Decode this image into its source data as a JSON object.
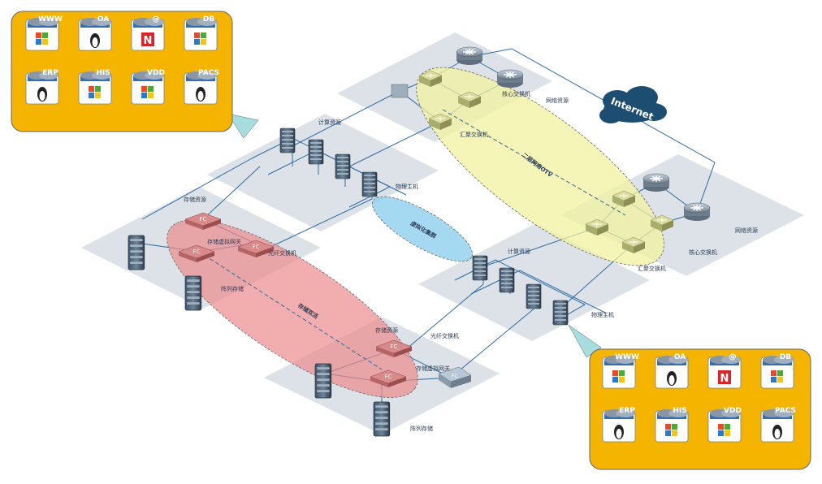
{
  "internet_label": "Internet",
  "zones": {
    "network_top": "网络资源",
    "compute_top": "计算资源",
    "storage_left": "存储资源",
    "compute_bottom": "计算资源",
    "network_right": "网络资源",
    "storage_bottom": "存储资源"
  },
  "clusters": {
    "otv": "二层网络OTV",
    "virtualization": "虚拟化集群",
    "storage": "存储双活"
  },
  "device_labels": {
    "core_switch_top": "核心交换机",
    "agg_switch_top": "汇聚交换机",
    "physical_host_top": "物理主机",
    "storage_gateway_left": "存储虚拟网关",
    "fc_switch_left": "光纤交换机",
    "array_left": "阵列存储",
    "physical_host_bottom": "物理主机",
    "core_switch_right": "核心交换机",
    "agg_switch_right": "汇聚交换机",
    "fc_switch_bottom": "光纤交换机",
    "storage_gateway_bottom": "存储虚拟网关",
    "array_bottom": "阵列存储"
  },
  "callouts": [
    {
      "apps": [
        "WWW",
        "OA",
        "@",
        "DB",
        "ERP",
        "HIS",
        "VDD",
        "PACS"
      ]
    },
    {
      "apps": [
        "WWW",
        "OA",
        "@",
        "DB",
        "ERP",
        "HIS",
        "VDD",
        "PACS"
      ]
    }
  ]
}
